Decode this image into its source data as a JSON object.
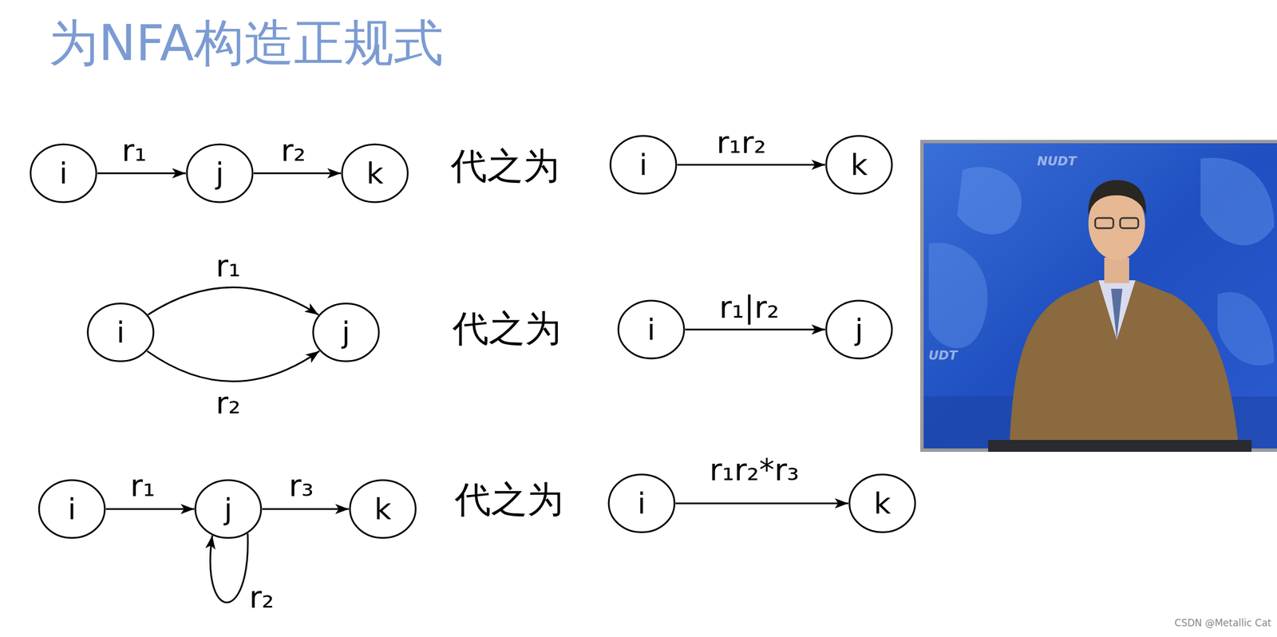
{
  "diagram": {
    "title": "为NFA构造正规式",
    "nodes": [
      {
        "text": [
          "i"
        ]
      },
      {
        "text": [
          "j"
        ]
      },
      {
        "text": [
          "k"
        ]
      },
      {
        "text": [
          "i"
        ]
      },
      {
        "text": [
          "k"
        ]
      },
      {
        "text": [
          "i"
        ]
      },
      {
        "text": [
          "j"
        ]
      },
      {
        "text": [
          "i"
        ]
      },
      {
        "text": [
          "j"
        ]
      },
      {
        "text": [
          "i"
        ]
      },
      {
        "text": [
          "j"
        ]
      },
      {
        "text": [
          "k"
        ]
      },
      {
        "text": [
          "i"
        ]
      },
      {
        "text": [
          "k"
        ]
      }
    ],
    "edges": [
      {
        "from": 0,
        "to": 1,
        "label": "r₁",
        "arrow": "to"
      },
      {
        "from": 1,
        "to": 2,
        "label": "r₂",
        "arrow": "to"
      },
      {
        "from": 3,
        "to": 4,
        "label": "r₁r₂",
        "arrow": "to"
      },
      {
        "from": 5,
        "to": 6,
        "label": "r₁",
        "arrow": "to"
      },
      {
        "from": 5,
        "to": 6,
        "label": "r₂",
        "arrow": "to"
      },
      {
        "from": 7,
        "to": 8,
        "label": "r₁|r₂",
        "arrow": "to"
      },
      {
        "from": 9,
        "to": 10,
        "label": "r₁",
        "arrow": "to"
      },
      {
        "from": 10,
        "to": 10,
        "label": "r₂",
        "arrow": "to"
      },
      {
        "from": 10,
        "to": 11,
        "label": "r₃",
        "arrow": "to"
      },
      {
        "from": 12,
        "to": 13,
        "label": "r₁r₂*r₃",
        "arrow": "to"
      }
    ],
    "labels": [
      "代之为",
      "代之为",
      "代之为",
      "NUDT",
      "UDT",
      "CSDN @Metallic Cat"
    ]
  }
}
